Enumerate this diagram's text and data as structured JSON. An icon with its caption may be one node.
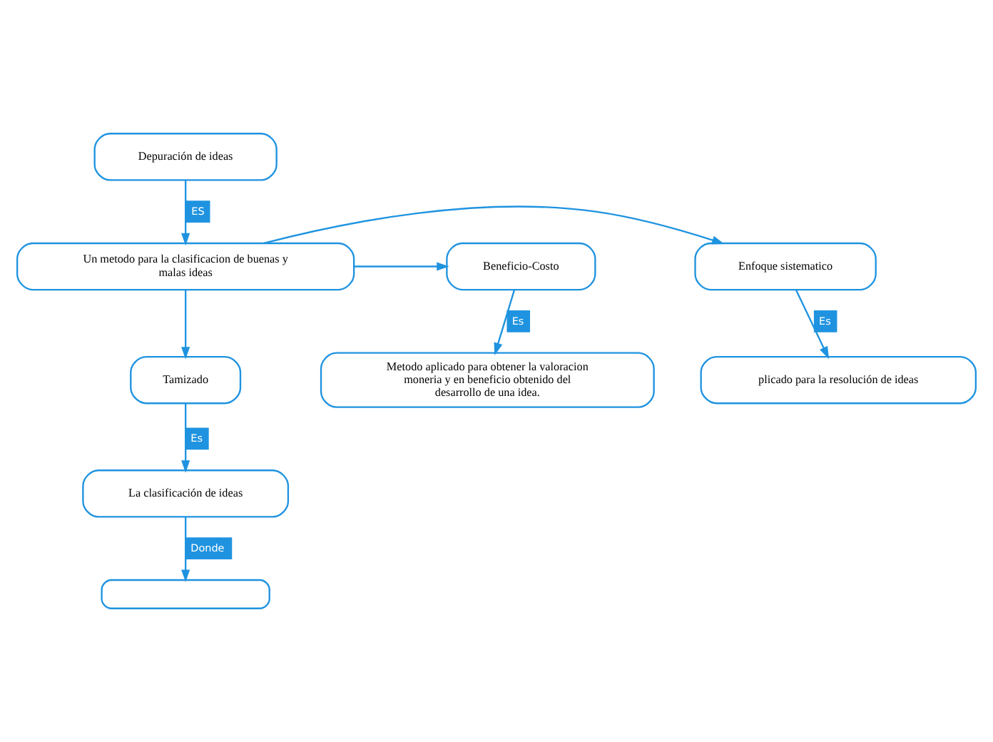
{
  "diagram": {
    "nodes": [
      {
        "text": [
          "Depuración de ideas"
        ]
      },
      {
        "text": [
          "Un metodo para la clasificacion de buenas y malas ideas"
        ]
      },
      {
        "text": [
          "Enfoque sistematico"
        ]
      },
      {
        "text": [
          "Beneficio-Costo"
        ]
      },
      {
        "text": [
          "plicado para la resolución de ideas"
        ]
      },
      {
        "text": [
          "Tamizado"
        ]
      },
      {
        "text": [
          "Metodo aplicado para obtener la valoracion moneria y en beneficio obtenido del desarrollo de una idea."
        ]
      },
      {
        "text": [
          "La clasificación de ideas"
        ]
      },
      {
        "text": [],
        "shape": "box"
      }
    ],
    "edges": [
      {
        "from": 0,
        "to": 1,
        "arrow": "to",
        "label": "ES"
      },
      {
        "from": 1,
        "to": 2,
        "arrow": "to"
      },
      {
        "from": 1,
        "to": 5,
        "arrow": "to"
      },
      {
        "from": 1,
        "to": 3,
        "arrow": "to"
      },
      {
        "from": 2,
        "to": 4,
        "arrow": "to",
        "label": "Es"
      },
      {
        "from": 3,
        "to": 6,
        "arrow": "to",
        "label": "Es"
      },
      {
        "from": 5,
        "to": 7,
        "arrow": "to",
        "label": "Es"
      },
      {
        "from": 7,
        "to": 8,
        "arrow": "to",
        "label": "Donde"
      }
    ]
  }
}
